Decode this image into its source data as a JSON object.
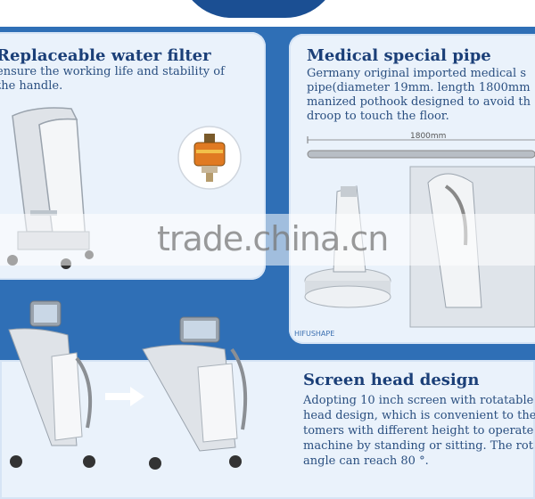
{
  "section_water_filter": {
    "title": "Replaceable water filter",
    "lines": [
      "ensure the working life and stability of",
      "the handle."
    ]
  },
  "section_pipe": {
    "title": "Medical special pipe",
    "lines": [
      "Germany original imported medical s",
      "pipe(diameter 19mm. length 1800mm",
      "manized pothook designed to avoid th",
      "droop to touch the floor."
    ],
    "pipe_length_label": "1800mm",
    "brand": "HIFUSHAPE"
  },
  "section_screen": {
    "title": "Screen head design",
    "lines": [
      "Adopting 10 inch screen with rotatable",
      "head design, which is convenient to the",
      "tomers with different height to operate",
      "machine by standing or sitting. The rot",
      "angle can reach 80 °."
    ]
  },
  "watermark": "trade.china.cn",
  "colors": {
    "background": "#2f6fb6",
    "panel": "#eaf2fb",
    "heading": "#1b3f78"
  }
}
